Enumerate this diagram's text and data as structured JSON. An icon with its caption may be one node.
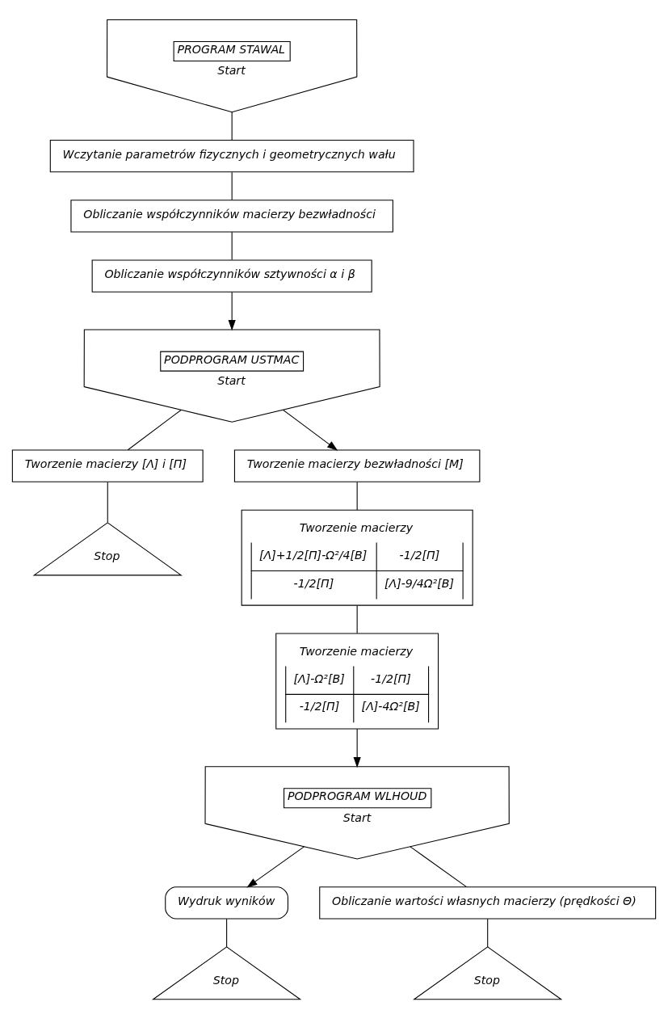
{
  "diagram": {
    "nodes": [
      {
        "text": [
          "PROGRAM STAWAL",
          "Start"
        ]
      },
      {
        "text": [
          "Wczytanie parametrów fizycznych i geometrycznych wału"
        ]
      },
      {
        "text": [
          "Obliczanie współczynników macierzy bezwładności"
        ]
      },
      {
        "text": [
          "Obliczanie współczynników sztywności α i β"
        ]
      },
      {
        "text": [
          "PODPROGRAM USTMAC",
          "Start"
        ]
      },
      {
        "text": [
          "Tworzenie macierzy [Λ] i [Π]"
        ]
      },
      {
        "text": [
          "Stop"
        ]
      },
      {
        "text": [
          "Tworzenie macierzy bezwładności [M]"
        ]
      },
      {
        "text": [
          "Tworzenie macierzy",
          "[Λ]+1/2[Π]-Ω²/4[B]",
          "-1/2[Π]",
          "-1/2[Π]",
          "[Λ]-9/4Ω²[B]"
        ]
      },
      {
        "text": [
          "Tworzenie macierzy",
          "[Λ]-Ω²[B]",
          "-1/2[Π]",
          "-1/2[Π]",
          "[Λ]-4Ω²[B]"
        ]
      },
      {
        "text": [
          "PODPROGRAM WLHOUD",
          "Start"
        ]
      },
      {
        "text": [
          "Wydruk wyników"
        ]
      },
      {
        "text": [
          "Stop"
        ]
      },
      {
        "text": [
          "Obliczanie wartości własnych macierzy (prędkości Θ)"
        ]
      },
      {
        "text": [
          "Stop"
        ]
      }
    ],
    "edges": [
      {
        "from": 0,
        "to": 1,
        "arrow": "none"
      },
      {
        "from": 1,
        "to": 2,
        "arrow": "none"
      },
      {
        "from": 2,
        "to": 3,
        "arrow": "none"
      },
      {
        "from": 3,
        "to": 4,
        "arrow": "to"
      },
      {
        "from": 4,
        "to": 7,
        "arrow": "to"
      },
      {
        "from": 4,
        "to": 5,
        "arrow": "none"
      },
      {
        "from": 5,
        "to": 6,
        "arrow": "none"
      },
      {
        "from": 7,
        "to": 8,
        "arrow": "none"
      },
      {
        "from": 8,
        "to": 9,
        "arrow": "none"
      },
      {
        "from": 9,
        "to": 10,
        "arrow": "to"
      },
      {
        "from": 10,
        "to": 11,
        "arrow": "to"
      },
      {
        "from": 11,
        "to": 12,
        "arrow": "none"
      },
      {
        "from": 10,
        "to": 13,
        "arrow": "none"
      },
      {
        "from": 13,
        "to": 14,
        "arrow": "none"
      }
    ]
  }
}
